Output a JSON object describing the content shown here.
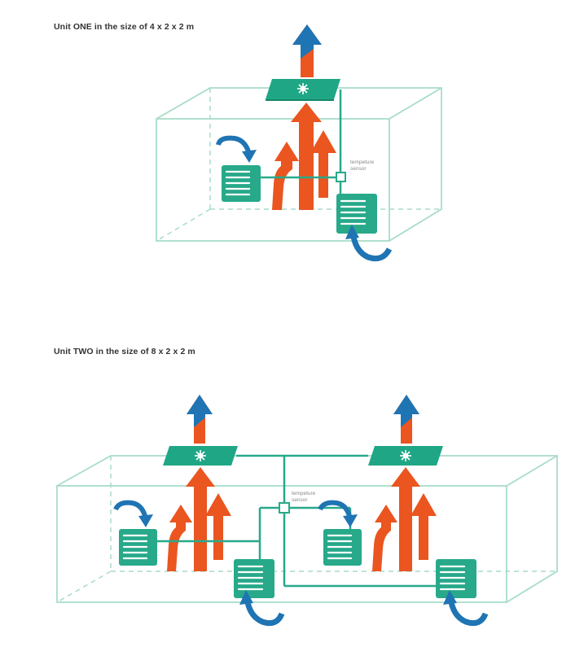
{
  "units": [
    {
      "title": "Unit ONE in the size of 4 x 2 x 2 m",
      "sensor_label": [
        "tempeture",
        "sensor"
      ]
    },
    {
      "title": "Unit TWO in the size of 8 x 2 x 2 m",
      "sensor_label": [
        "tempeture",
        "sensor"
      ]
    }
  ],
  "colors": {
    "box_edge": "#a8dcc8",
    "unit_green": "#27a98a",
    "hot_air": "#ea5520",
    "cold_air": "#1f74b4",
    "sensor_text": "#8a8a8a",
    "title_text": "#333333"
  }
}
